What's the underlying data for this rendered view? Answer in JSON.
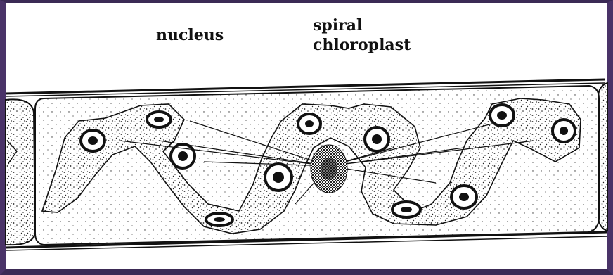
{
  "labels": {
    "nucleus": "nucleus",
    "chloroplast_line1": "spiral",
    "chloroplast_line2": "chloroplast"
  },
  "colors": {
    "frame": "#3b2a55",
    "ink": "#111111",
    "background": "#ffffff"
  }
}
